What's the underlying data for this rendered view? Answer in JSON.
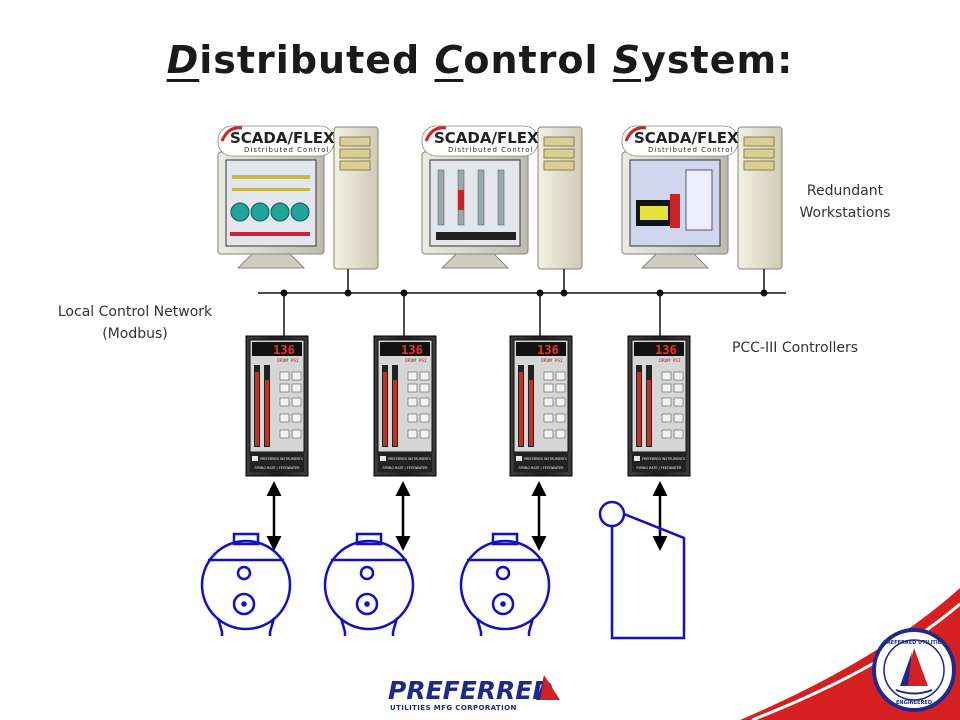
{
  "title": {
    "part1_cap": "D",
    "part1_rest": "istributed",
    "part2_cap": "C",
    "part2_rest": "ontrol",
    "part3_cap": "S",
    "part3_rest": "ystem:"
  },
  "labels": {
    "workstations_line1": "Redundant",
    "workstations_line2": "Workstations",
    "network_line1": "Local Control Network",
    "network_line2": "(Modbus)",
    "controllers": "PCC-III Controllers"
  },
  "workstation": {
    "logo_main": "SCADA/FLEX",
    "logo_sub": "Distributed Control"
  },
  "controller": {
    "display_value": "136",
    "display_tag": "DRUM PSI",
    "brand": "PREFERRED INSTRUMENTS",
    "footer": "FIRING RATE / FEEDWATER"
  },
  "logo": {
    "name": "PREFERRED",
    "sub": "UTILITIES MFG CORPORATION",
    "seal_top": "PREFERRED UTILITIES",
    "seal_bottom": "ENGINEERED"
  },
  "colors": {
    "equipment": "#1010cc",
    "network": "#111111",
    "accent_red": "#d42020",
    "display_red": "#ff2a1a",
    "brand_blue": "#1d2a8c"
  }
}
